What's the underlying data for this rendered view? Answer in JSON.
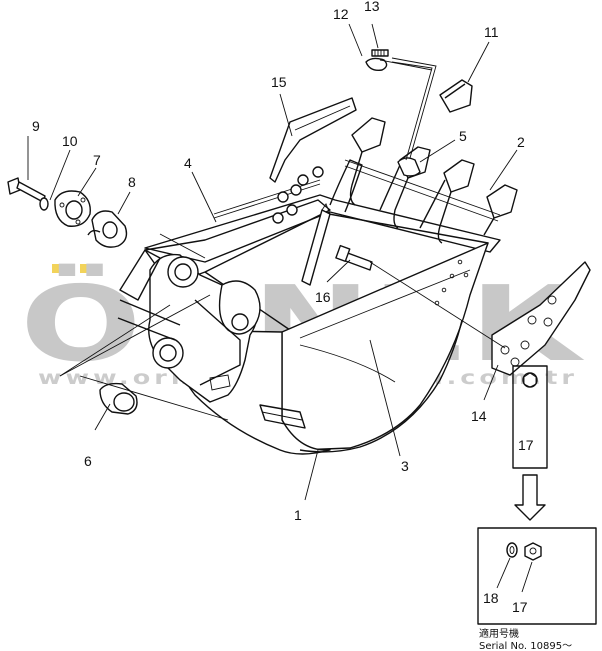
{
  "watermark": {
    "brand": "ÖRNEK",
    "url": "www.orneksmakinalari.com.tr",
    "accent_color": "#f2d35a",
    "text_color": "#c8c8c8"
  },
  "labels": {
    "p1": "1",
    "p2": "2",
    "p3": "3",
    "p4": "4",
    "p5": "5",
    "p6": "6",
    "p7": "7",
    "p8": "8",
    "p9": "9",
    "p10": "10",
    "p11": "11",
    "p12": "12",
    "p13": "13",
    "p14": "14",
    "p15": "15",
    "p16": "16",
    "p17": "17",
    "p18": "18",
    "p17b": "17"
  },
  "note": {
    "japanese": "適用号機",
    "serial": "Serial No. 10895～"
  }
}
